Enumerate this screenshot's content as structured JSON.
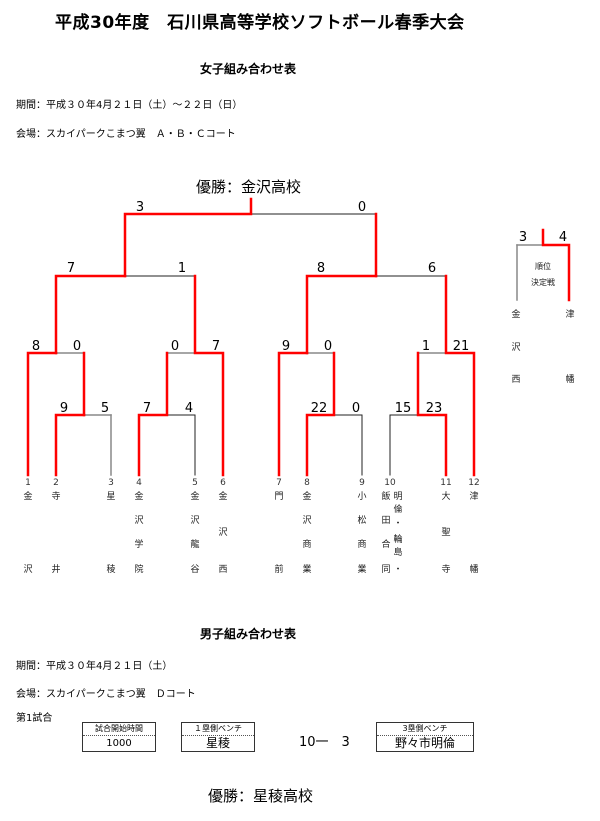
{
  "title": "平成30年度　石川県高等学校ソフトボール春季大会",
  "girls": {
    "heading": "女子組み合わせ表",
    "period": "期間：平成３０年4月２１日（土）～２２日（日）",
    "venue": "会場：スカイパークこまつ翼　Ａ・Ｂ・Ｃコート",
    "champion": "優勝：金沢高校",
    "bracket_color_winner": "#ff0000",
    "teams": [
      {
        "seed": "1",
        "name": [
          "金",
          "",
          "沢"
        ]
      },
      {
        "seed": "2",
        "name": [
          "寺",
          "",
          "井"
        ]
      },
      {
        "seed": "3",
        "name": [
          "星",
          "",
          "稜"
        ]
      },
      {
        "seed": "4",
        "name": [
          "金",
          "沢",
          "学",
          "院"
        ]
      },
      {
        "seed": "5",
        "name": [
          "金",
          "沢",
          "龍",
          "谷"
        ]
      },
      {
        "seed": "6",
        "name": [
          "金",
          "沢",
          "西"
        ]
      },
      {
        "seed": "7",
        "name": [
          "門",
          "",
          "前"
        ]
      },
      {
        "seed": "8",
        "name": [
          "金",
          "沢",
          "商",
          "業"
        ]
      },
      {
        "seed": "9",
        "name": [
          "小",
          "松",
          "商",
          "業"
        ]
      },
      {
        "seed": "10",
        "name": [
          "飯",
          "田",
          "合",
          "同"
        ],
        "sub": [
          "明",
          "倫",
          "・",
          "輪",
          "島",
          "・"
        ]
      },
      {
        "seed": "11",
        "name": [
          "大",
          "聖",
          "寺"
        ]
      },
      {
        "seed": "12",
        "name": [
          "津",
          "",
          "幡"
        ]
      }
    ],
    "scores": {
      "r1_2": "9",
      "r1_3": "5",
      "r1_4": "7",
      "r1_5": "4",
      "r1_8": "22",
      "r1_9": "0",
      "r1_10": "15",
      "r1_11": "23",
      "qf_1": "8",
      "qf_w23": "0",
      "qf_w45": "0",
      "qf_6": "7",
      "qf_7": "9",
      "qf_w89": "0",
      "qf_w1011": "1",
      "qf_12": "21",
      "sf_left_a": "7",
      "sf_left_b": "1",
      "sf_right_a": "8",
      "sf_right_b": "6",
      "final_left": "3",
      "final_right": "0"
    },
    "third_place": {
      "label_line1": "順位",
      "label_line2": "決定戦",
      "left_score": "3",
      "right_score": "4",
      "left_team": [
        "金",
        "沢",
        "西"
      ],
      "right_team": [
        "津",
        "",
        "幡"
      ]
    }
  },
  "boys": {
    "heading": "男子組み合わせ表",
    "period": "期間：平成３０年4月２１日（土）",
    "venue": "会場：スカイパークこまつ翼　Ｄコート",
    "game_label": "第1試合",
    "start_time_header": "試合開始時間",
    "start_time": "1000",
    "bench1_header": "１塁側ベンチ",
    "bench1_team": "星稜",
    "score": "10一　3",
    "bench3_header": "3塁側ベンチ",
    "bench3_team": "野々市明倫",
    "champion": "優勝：星稜高校"
  }
}
